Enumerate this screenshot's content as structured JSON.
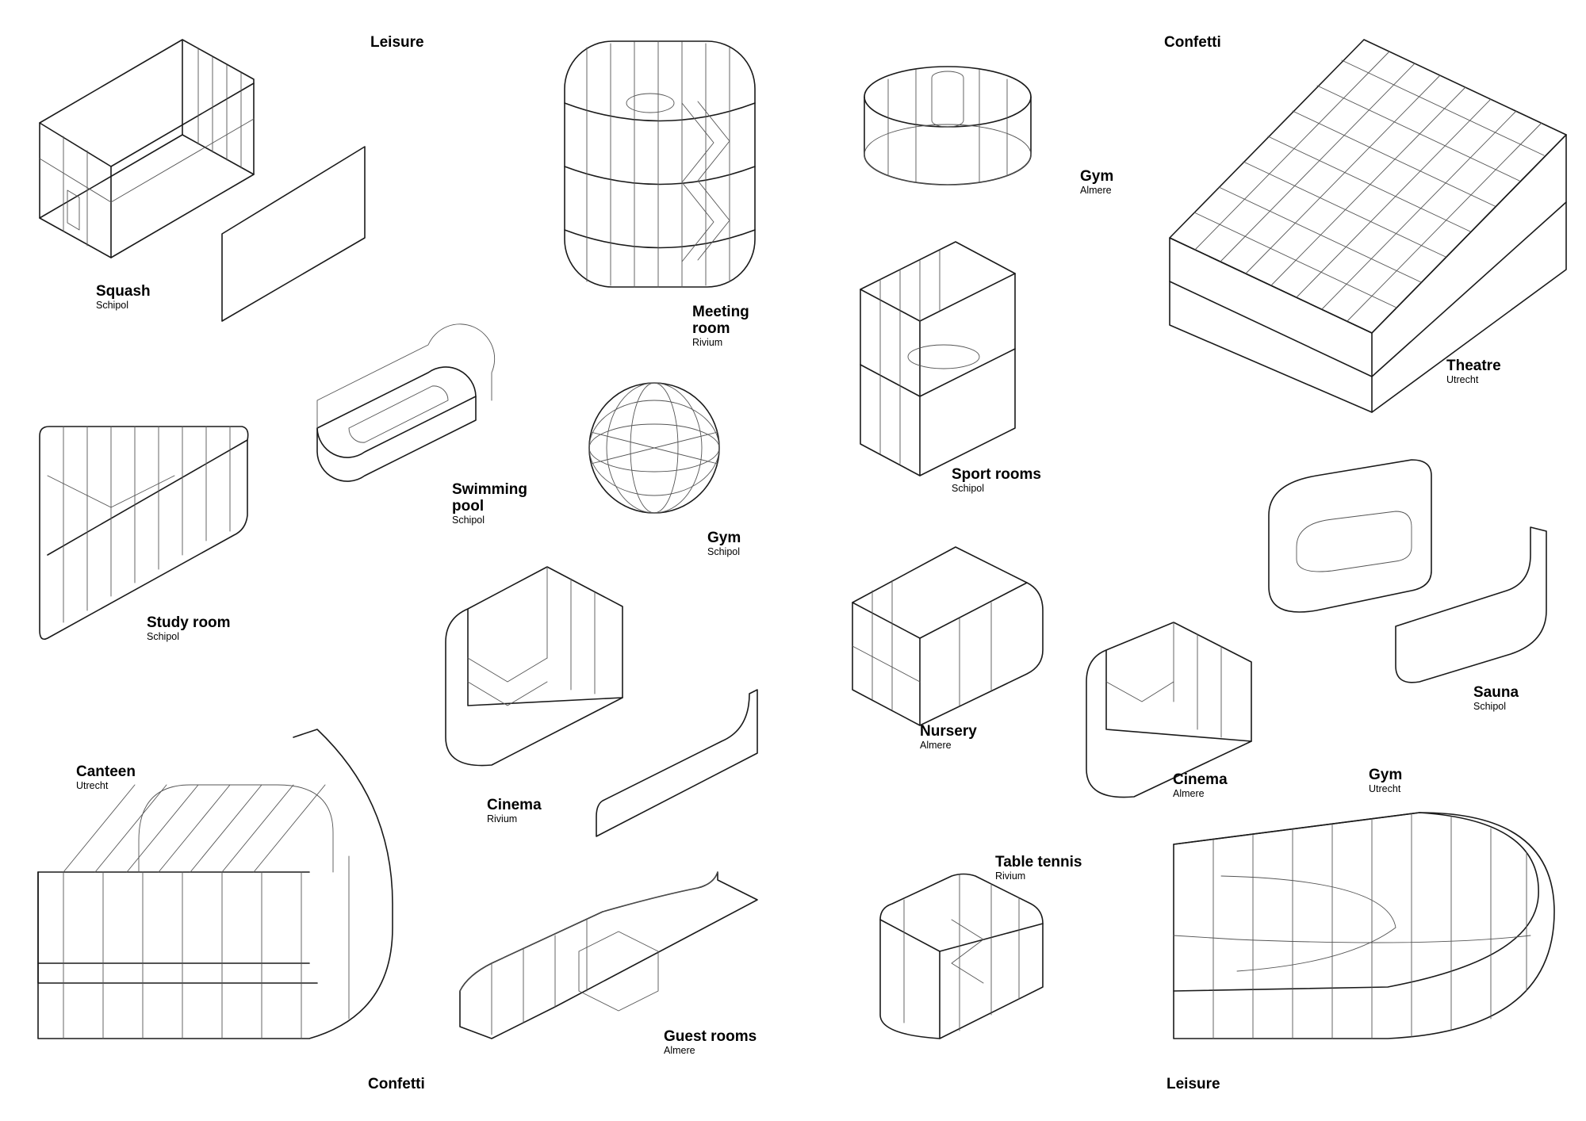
{
  "headings": {
    "top_left": "Leisure",
    "top_right": "Confetti",
    "bottom_left": "Confetti",
    "bottom_right": "Leisure"
  },
  "rooms": [
    {
      "title": "Squash",
      "location": "Schipol"
    },
    {
      "title": "Meeting\nroom",
      "location": "Rivium"
    },
    {
      "title": "Gym",
      "location": "Almere"
    },
    {
      "title": "Theatre",
      "location": "Utrecht"
    },
    {
      "title": "Swimming\npool",
      "location": "Schipol"
    },
    {
      "title": "Gym",
      "location": "Schipol"
    },
    {
      "title": "Sport rooms",
      "location": "Schipol"
    },
    {
      "title": "Study room",
      "location": "Schipol"
    },
    {
      "title": "Sauna",
      "location": "Schipol"
    },
    {
      "title": "Nursery",
      "location": "Almere"
    },
    {
      "title": "Canteen",
      "location": "Utrecht"
    },
    {
      "title": "Cinema",
      "location": "Rivium"
    },
    {
      "title": "Cinema",
      "location": "Almere"
    },
    {
      "title": "Gym",
      "location": "Utrecht"
    },
    {
      "title": "Table tennis",
      "location": "Rivium"
    },
    {
      "title": "Guest rooms",
      "location": "Almere"
    }
  ]
}
